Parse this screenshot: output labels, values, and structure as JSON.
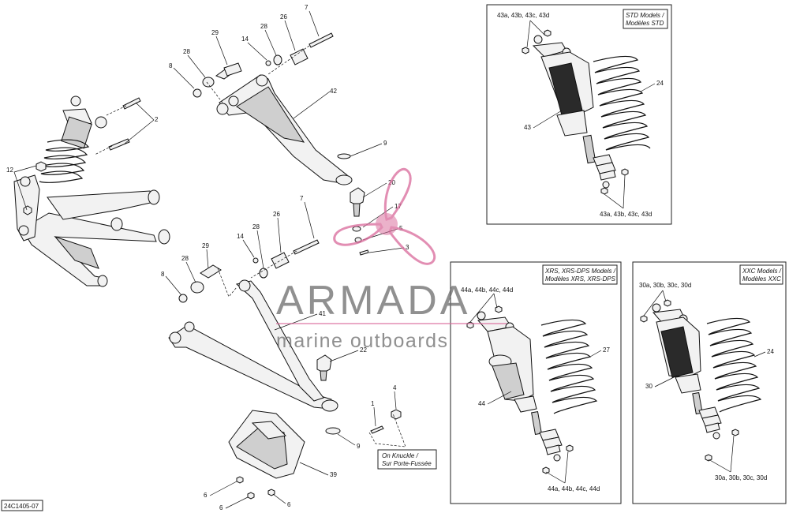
{
  "diagram_code": "24C1405-07",
  "watermark": {
    "brand": "ARMADA",
    "tagline": "marine outboards",
    "accent_color": "#d9699a",
    "text_color": "#6b6b6b"
  },
  "callouts": {
    "c2": "2",
    "c12": "12",
    "c8a": "8",
    "c28a": "28",
    "c29a": "29",
    "c14a": "14",
    "c28b": "28",
    "c26a": "26",
    "c7a": "7",
    "c42": "42",
    "c9a": "9",
    "c20": "20",
    "c17": "17",
    "c5": "5",
    "c3": "3",
    "c7b": "7",
    "c26b": "26",
    "c28c": "28",
    "c14b": "14",
    "c29b": "29",
    "c28d": "28",
    "c8b": "8",
    "c41": "41",
    "c22": "22",
    "c9b": "9",
    "c4": "4",
    "c1": "1",
    "c39": "39",
    "c6a": "6",
    "c6b": "6",
    "c6c": "6"
  },
  "knuckle_note": {
    "line1": "On Knuckle /",
    "line2": "Sur Porte-Fussée"
  },
  "std_box": {
    "title1": "STD Models /",
    "title2": "Modèles STD",
    "top_label": "43a, 43b, 43c, 43d",
    "shock_label": "43",
    "spring_label": "24",
    "bottom_label": "43a, 43b, 43c, 43d"
  },
  "xrs_box": {
    "title1": "XRS, XRS-DPS Models /",
    "title2": "Modèles XRS, XRS-DPS",
    "top_label": "44a, 44b, 44c, 44d",
    "shock_label": "44",
    "spring_label": "27",
    "bottom_label": "44a, 44b, 44c, 44d"
  },
  "xxc_box": {
    "title1": "XXC Models /",
    "title2": "Modèles XXC",
    "top_label": "30a, 30b, 30c, 30d",
    "shock_label": "30",
    "spring_label": "24",
    "bottom_label": "30a, 30b, 30c, 30d"
  }
}
